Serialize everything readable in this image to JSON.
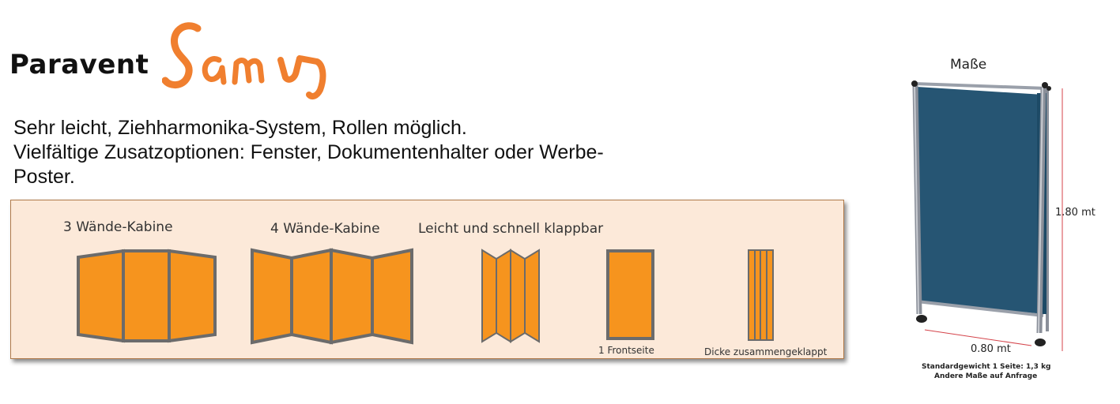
{
  "header": {
    "title": "Paravent",
    "logo_text": "Samy"
  },
  "description": {
    "line1": "Sehr leicht, Ziehharmonika-System, Rollen möglich.",
    "line2": "Vielfältige Zusatzoptionen: Fenster, Dokumentenhalter oder Werbe-",
    "line3": "Poster."
  },
  "panel": {
    "cabin3_label": "3 Wände-Kabine",
    "cabin4_label": "4 Wände-Kabine",
    "fold_label": "Leicht und schnell klappbar",
    "front_label": "1 Frontseite",
    "folded_label": "Dicke zusammengeklappt"
  },
  "dimensions": {
    "title": "Maße",
    "height": "1.80 mt",
    "width": "0.80 mt",
    "note1": "Standardgewicht 1 Seite: 1,3 kg",
    "note2": "Andere Maße auf Anfrage"
  },
  "colors": {
    "orange": "#f6941e",
    "panel_border": "#6b6b6b",
    "panel_bg": "#fce9d9",
    "screen_blue": "#265573",
    "logo_orange": "#f07f2f",
    "dim_line": "#d4434a"
  }
}
